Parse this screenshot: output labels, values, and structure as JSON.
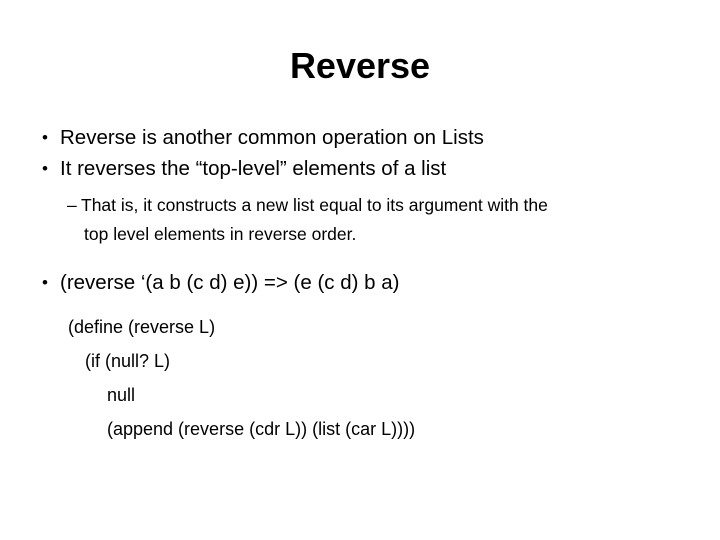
{
  "slide": {
    "title": "Reverse",
    "background_color": "#ffffff",
    "text_color": "#000000",
    "bullets": [
      {
        "marker": "•",
        "text": "Reverse is another common operation on Lists"
      },
      {
        "marker": "•",
        "text": "It reverses the “top-level” elements of a list"
      }
    ],
    "sub_bullet": {
      "marker": "–",
      "line1": "That is, it constructs a new list equal to its argument with the",
      "line2": "top level elements in reverse order."
    },
    "example_bullet": {
      "marker": "•",
      "text": "(reverse ‘(a b (c d) e)) => (e (c d) b a)"
    },
    "code_lines": [
      "(define (reverse L)",
      "(if (null? L)",
      "null",
      "(append (reverse (cdr L)) (list (car L))))"
    ]
  }
}
